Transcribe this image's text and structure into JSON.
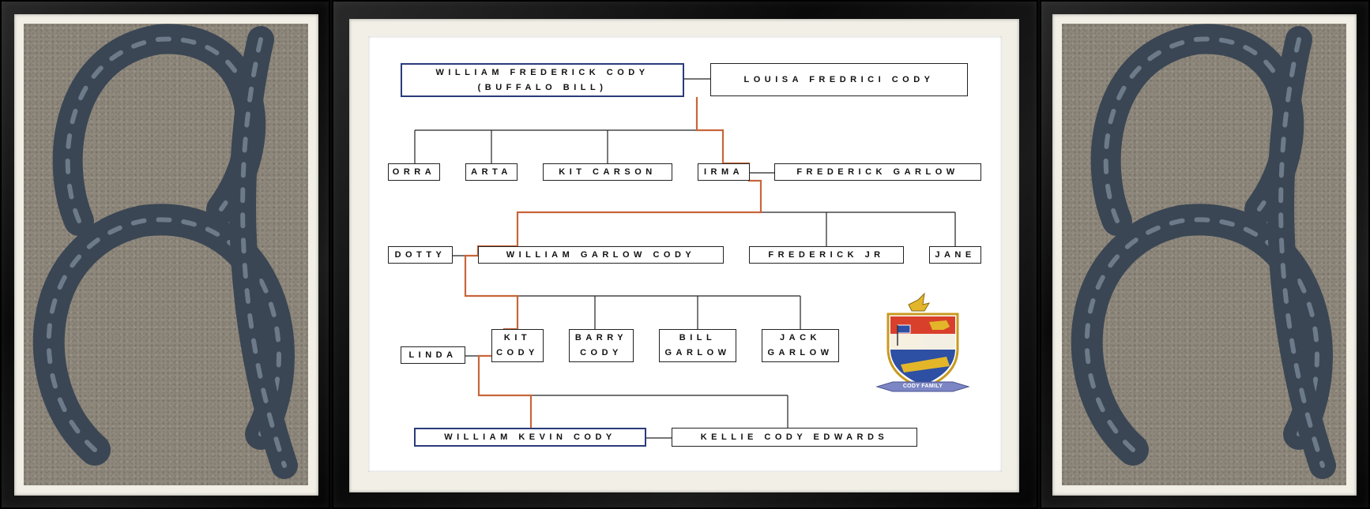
{
  "nodes": {
    "wfc": {
      "line1": "WILLIAM FREDERICK CODY",
      "line2": "(BUFFALO BILL)"
    },
    "lfc": "LOUISA FREDRICI CODY",
    "orra": "ORRA",
    "arta": "ARTA",
    "kit_carson": "KIT CARSON",
    "irma": "IRMA",
    "frederick_garlow": "FREDERICK GARLOW",
    "dotty": "DOTTY",
    "wgc": "WILLIAM GARLOW CODY",
    "frederick_jr": "FREDERICK JR",
    "jane": "JANE",
    "linda": "LINDA",
    "kit_cody": {
      "line1": "KIT",
      "line2": "CODY"
    },
    "barry_cody": {
      "line1": "BARRY",
      "line2": "CODY"
    },
    "bill_garlow": {
      "line1": "BILL",
      "line2": "GARLOW"
    },
    "jack_garlow": {
      "line1": "JACK",
      "line2": "GARLOW"
    },
    "wkc": "WILLIAM KEVIN CODY",
    "kce": "KELLIE CODY EDWARDS"
  },
  "crest": {
    "banner": "CODY FAMILY"
  },
  "colors": {
    "lineage": "#c8653a",
    "highlight_border": "#2a3b7a",
    "frame": "#0d0d0d",
    "mat": "#f1efe6",
    "horseshoe": "#3c4856"
  }
}
